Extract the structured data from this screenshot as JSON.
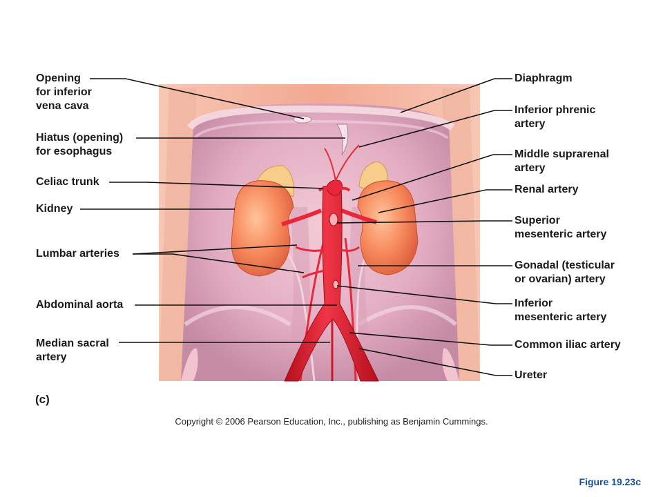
{
  "labels_left": {
    "ivc_opening": [
      "Opening",
      "for inferior",
      "vena cava"
    ],
    "hiatus": [
      "Hiatus (opening)",
      "for esophagus"
    ],
    "celiac": [
      "Celiac trunk"
    ],
    "kidney": [
      "Kidney"
    ],
    "lumbar": [
      "Lumbar arteries"
    ],
    "aorta": [
      "Abdominal aorta"
    ],
    "median_sacral": [
      "Median sacral",
      "artery"
    ]
  },
  "labels_right": {
    "diaphragm": [
      "Diaphragm"
    ],
    "inf_phrenic": [
      "Inferior phrenic",
      "artery"
    ],
    "mid_suprarenal": [
      "Middle suprarenal",
      "artery"
    ],
    "renal": [
      "Renal artery"
    ],
    "sup_mesenteric": [
      "Superior",
      "mesenteric artery"
    ],
    "gonadal": [
      "Gonadal (testicular",
      "or ovarian) artery"
    ],
    "inf_mesenteric": [
      "Inferior",
      "mesenteric artery"
    ],
    "common_iliac": [
      "Common iliac artery"
    ],
    "ureter": [
      "Ureter"
    ]
  },
  "panel_label": "(c)",
  "copyright": "Copyright © 2006 Pearson Education, Inc., publishing as Benjamin Cummings.",
  "figure_number": "Figure 19.23c",
  "colors": {
    "artery": "#e8283a",
    "artery_dark": "#b8101f",
    "kidney": "#f58a5c",
    "adrenal": "#f6c98a",
    "wall": "#f4b5a0",
    "cavity": "#e6b2c4",
    "leader": "#111111"
  }
}
